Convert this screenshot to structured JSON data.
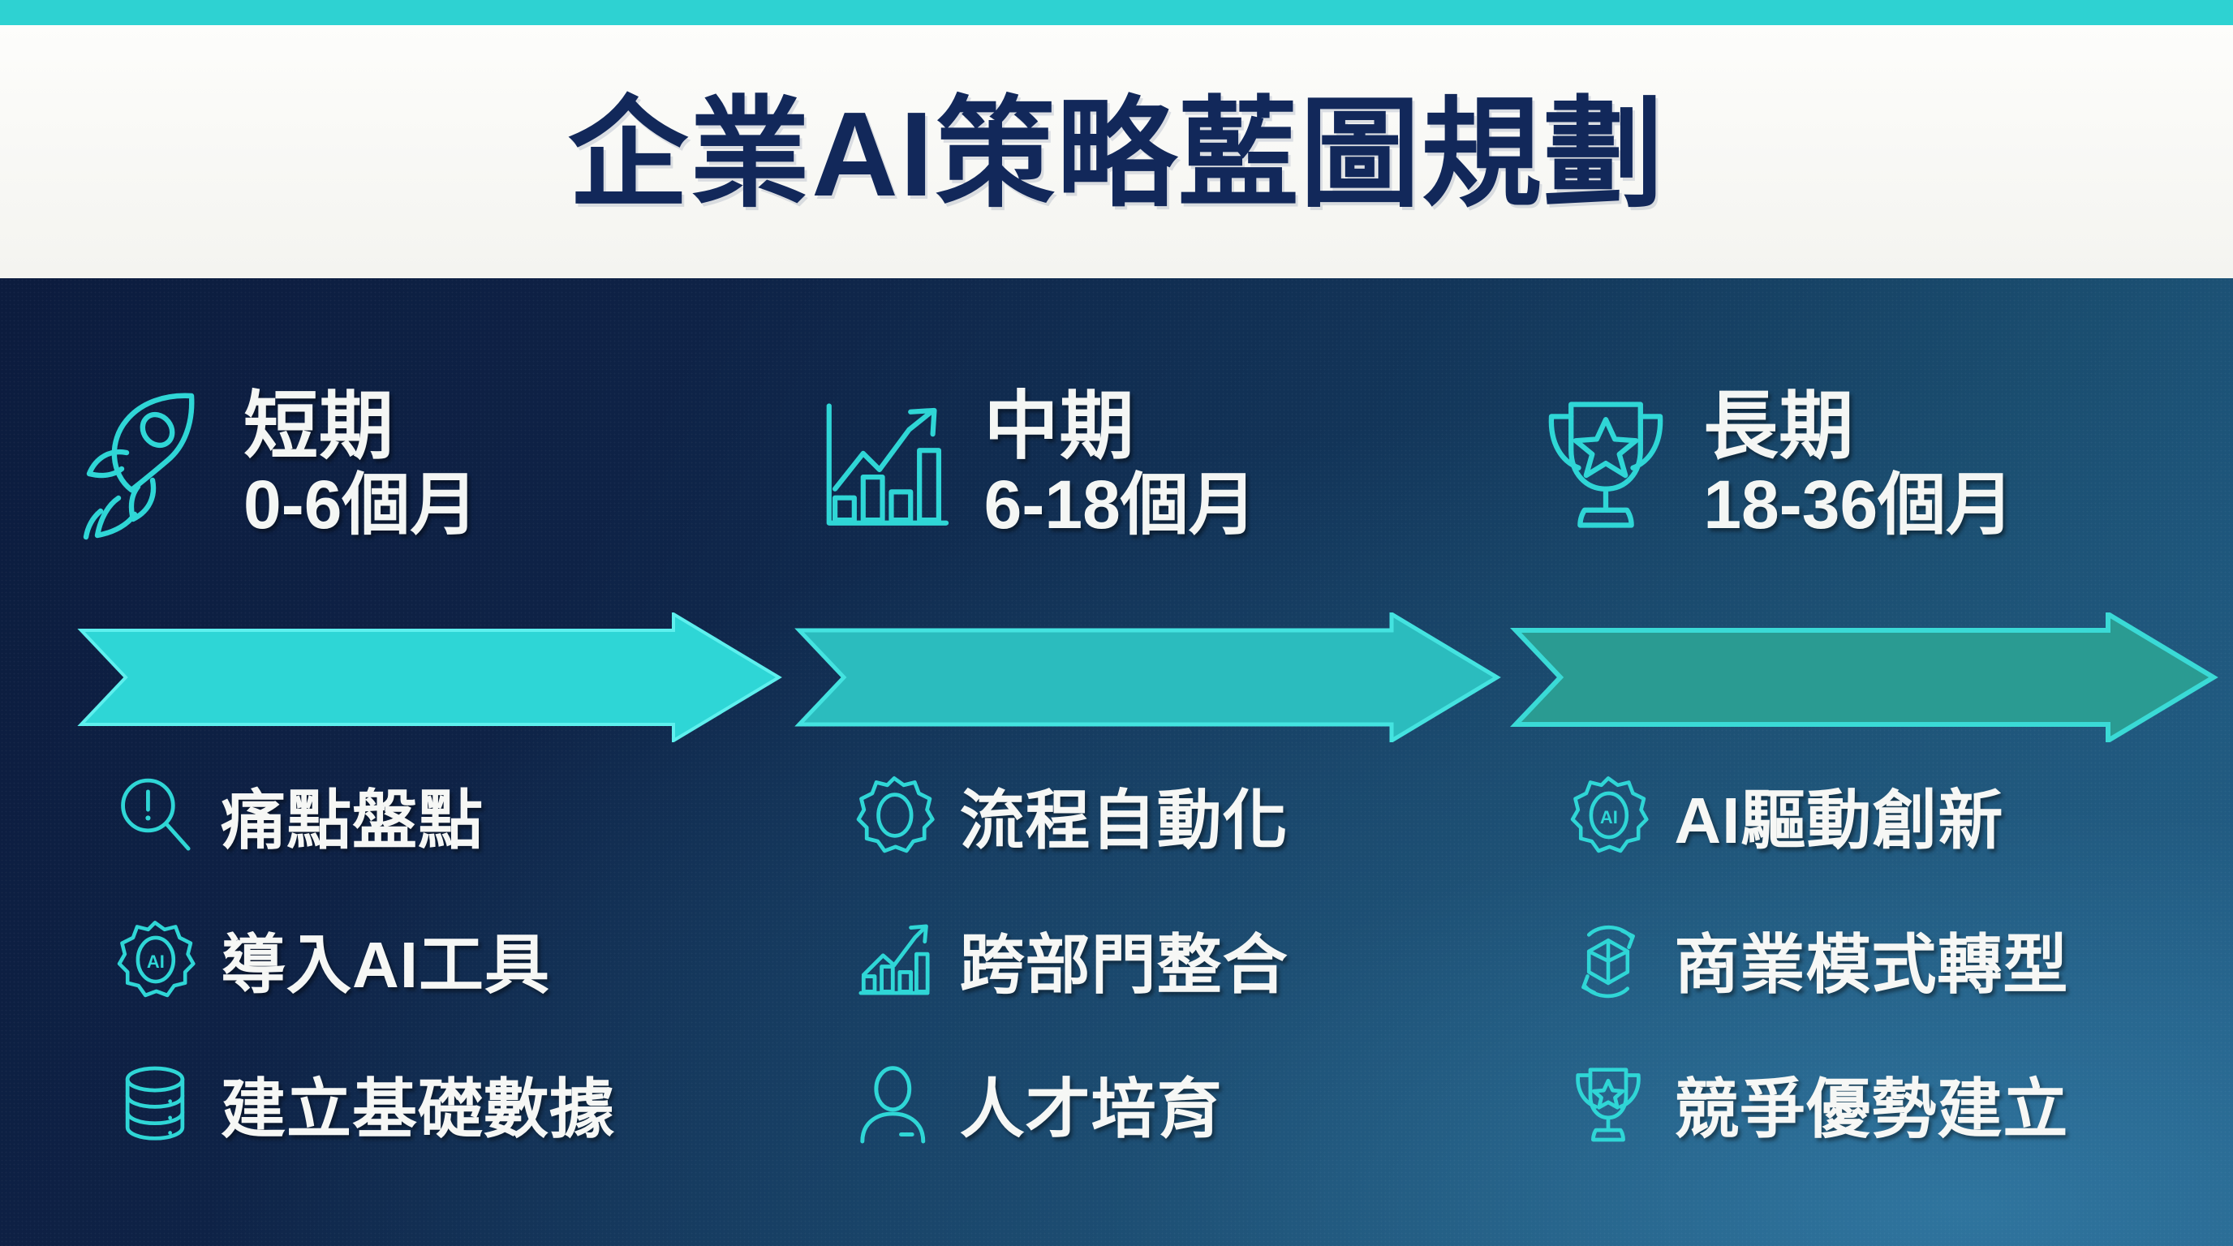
{
  "accent_color": "#2ed2d2",
  "title_color": "#12285a",
  "header": {
    "title": "企業AI策略藍圖規劃"
  },
  "phases": [
    {
      "icon": "rocket-icon",
      "name": "短期",
      "range": "0-6個月",
      "arrow_color": "#2ed6d6",
      "items": [
        {
          "icon": "magnifier-alert-icon",
          "label": "痛點盤點"
        },
        {
          "icon": "gear-ai-icon",
          "label": "導入AI工具"
        },
        {
          "icon": "database-icon",
          "label": "建立基礎數據"
        }
      ]
    },
    {
      "icon": "growth-chart-icon",
      "name": "中期",
      "range": "6-18個月",
      "arrow_color": "#2bbcbe",
      "items": [
        {
          "icon": "gear-icon",
          "label": "流程自動化"
        },
        {
          "icon": "bar-chart-trend-icon",
          "label": "跨部門整合"
        },
        {
          "icon": "person-icon",
          "label": "人才培育"
        }
      ]
    },
    {
      "icon": "trophy-icon",
      "name": "長期",
      "range": "18-36個月",
      "arrow_color": "#2a9b92",
      "items": [
        {
          "icon": "gear-ai-icon",
          "label": "AI驅動創新"
        },
        {
          "icon": "cube-refresh-icon",
          "label": "商業模式轉型"
        },
        {
          "icon": "trophy-small-icon",
          "label": "競爭優勢建立"
        }
      ]
    }
  ]
}
